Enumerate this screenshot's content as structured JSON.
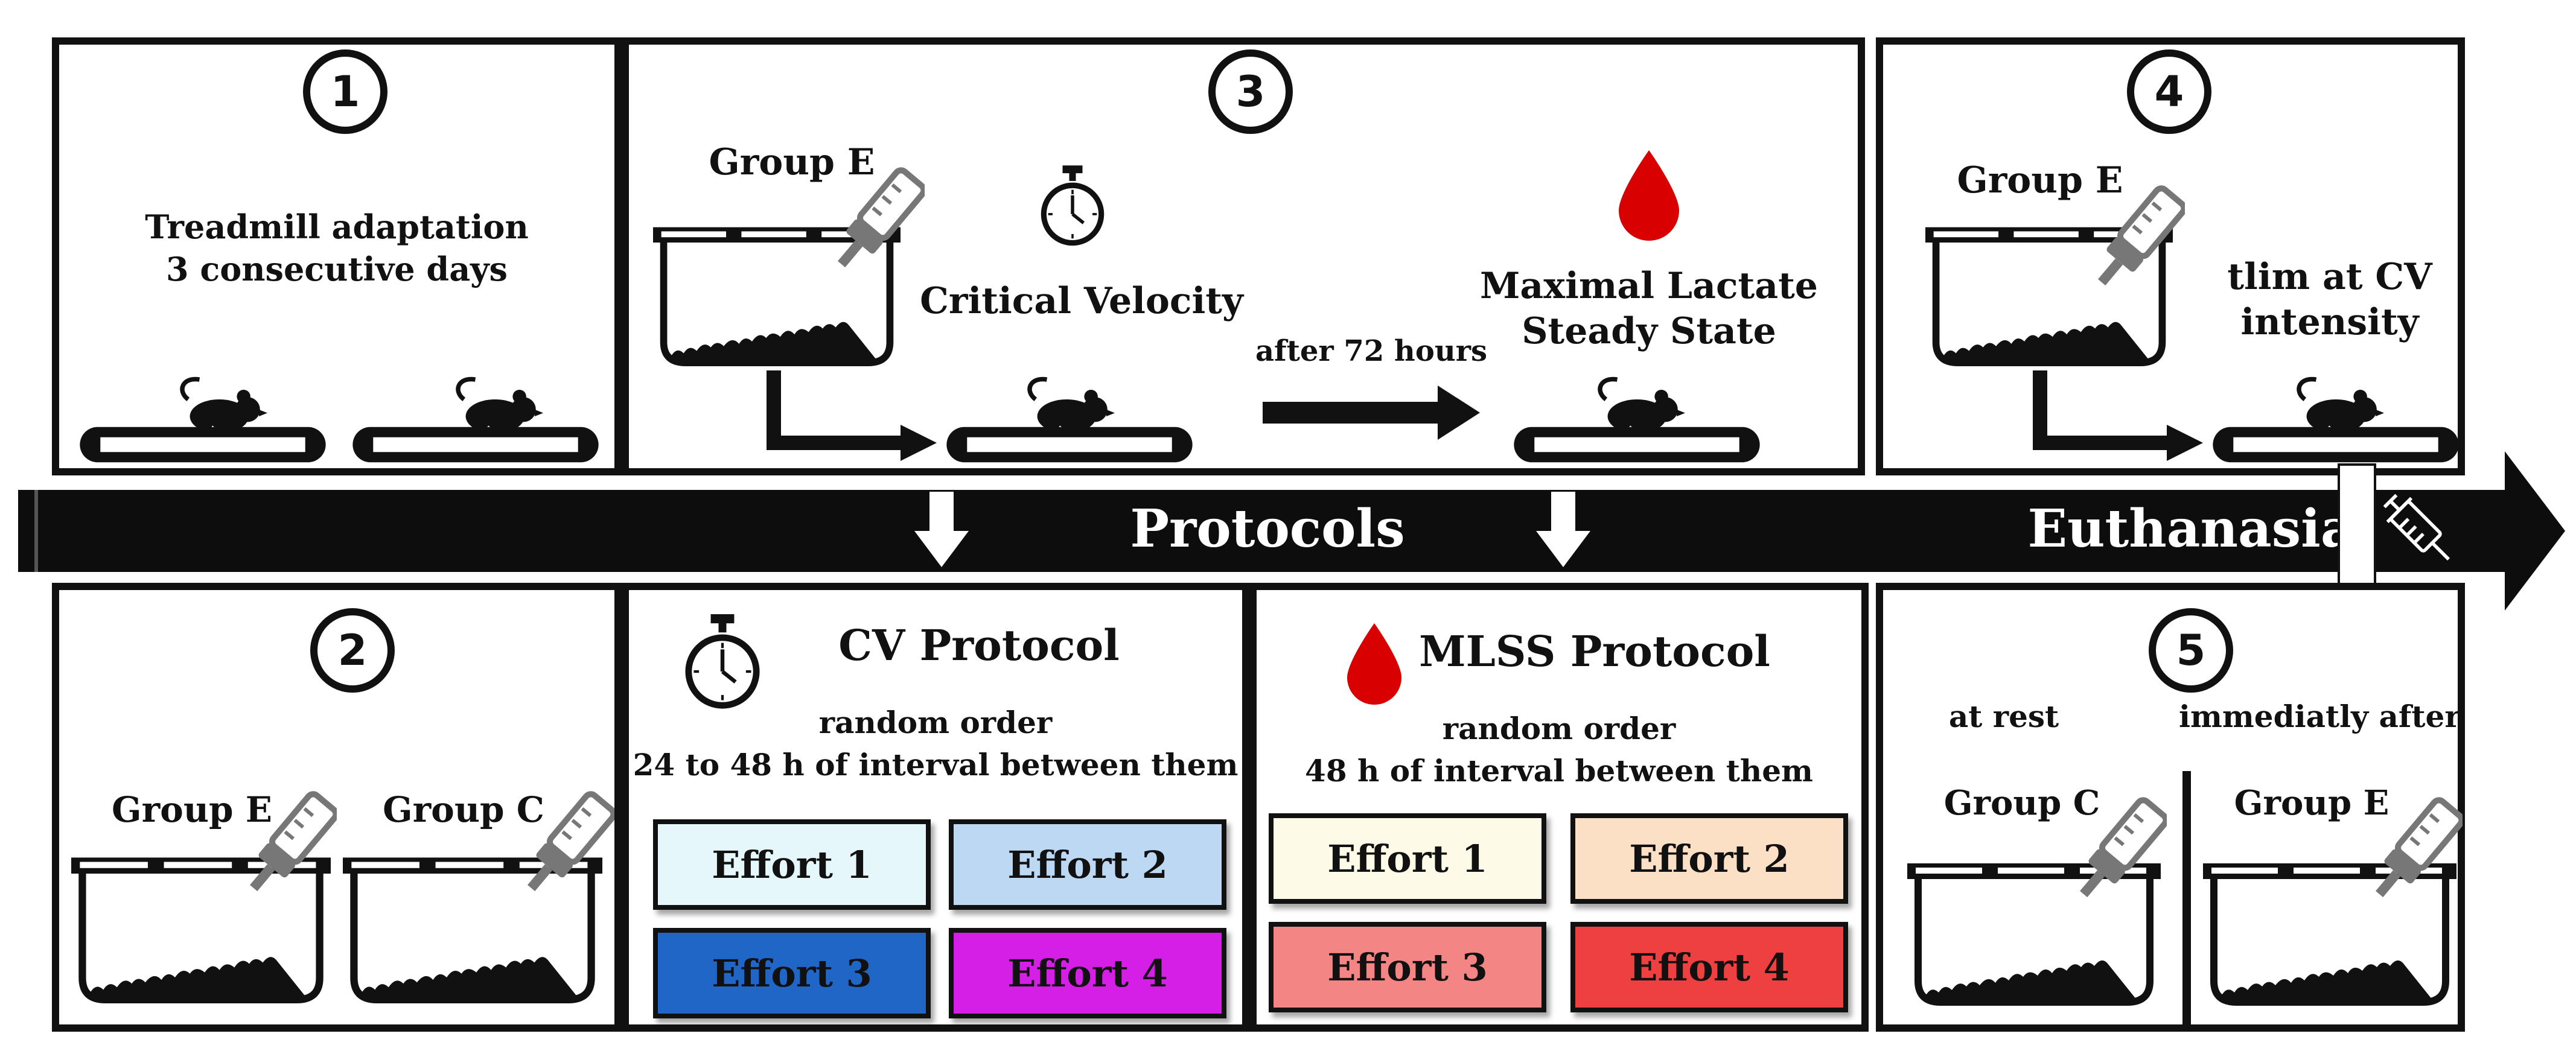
{
  "banner": {
    "center_label": "Protocols",
    "right_label": "Euthanasia"
  },
  "panel1": {
    "number": "1",
    "line1": "Treadmill  adaptation",
    "line2": "3 consecutive  days"
  },
  "panel2": {
    "number": "2",
    "group_e": "Group E",
    "group_c": "Group C"
  },
  "panel3": {
    "number": "3",
    "group": "Group E",
    "cv_label": "Critical  Velocity",
    "arrow_label": "after 72 hours",
    "mlss_line1": "Maximal Lactate",
    "mlss_line2": "Steady State"
  },
  "panel4": {
    "number": "4",
    "group": "Group E",
    "tlim_line1": "tlim at CV",
    "tlim_line2": "intensity"
  },
  "panel5": {
    "number": "5",
    "at_rest": "at rest",
    "immediately_after": "immediatly  after",
    "group_c": "Group C",
    "group_e": "Group E"
  },
  "cv_protocol": {
    "title": "CV Protocol",
    "order": "random order",
    "interval": "24 to 48 h of interval  between  them",
    "efforts": [
      {
        "label": "Effort 1",
        "color": "#e6f7fb"
      },
      {
        "label": "Effort 2",
        "color": "#bcd8f2"
      },
      {
        "label": "Effort 3",
        "color": "#1f66c7"
      },
      {
        "label": "Effort 4",
        "color": "#d51ee6"
      }
    ]
  },
  "mlss_protocol": {
    "title": "MLSS Protocol",
    "order": "random order",
    "interval": "48 h of interval  between  them",
    "efforts": [
      {
        "label": "Effort 1",
        "color": "#fdfbe8"
      },
      {
        "label": "Effort 2",
        "color": "#fbe0c5"
      },
      {
        "label": "Effort 3",
        "color": "#f48585"
      },
      {
        "label": "Effort 4",
        "color": "#ee4040"
      }
    ]
  },
  "icons": {
    "stopwatch": "stopwatch-icon",
    "blood_drop": "blood-drop-icon",
    "syringe": "syringe-icon",
    "mouse": "mouse-icon",
    "treadmill": "treadmill-icon",
    "cage": "cage-icon"
  },
  "colors": {
    "blood": "#d80000",
    "banner": "#0d0d0d",
    "outline": "#111111"
  }
}
